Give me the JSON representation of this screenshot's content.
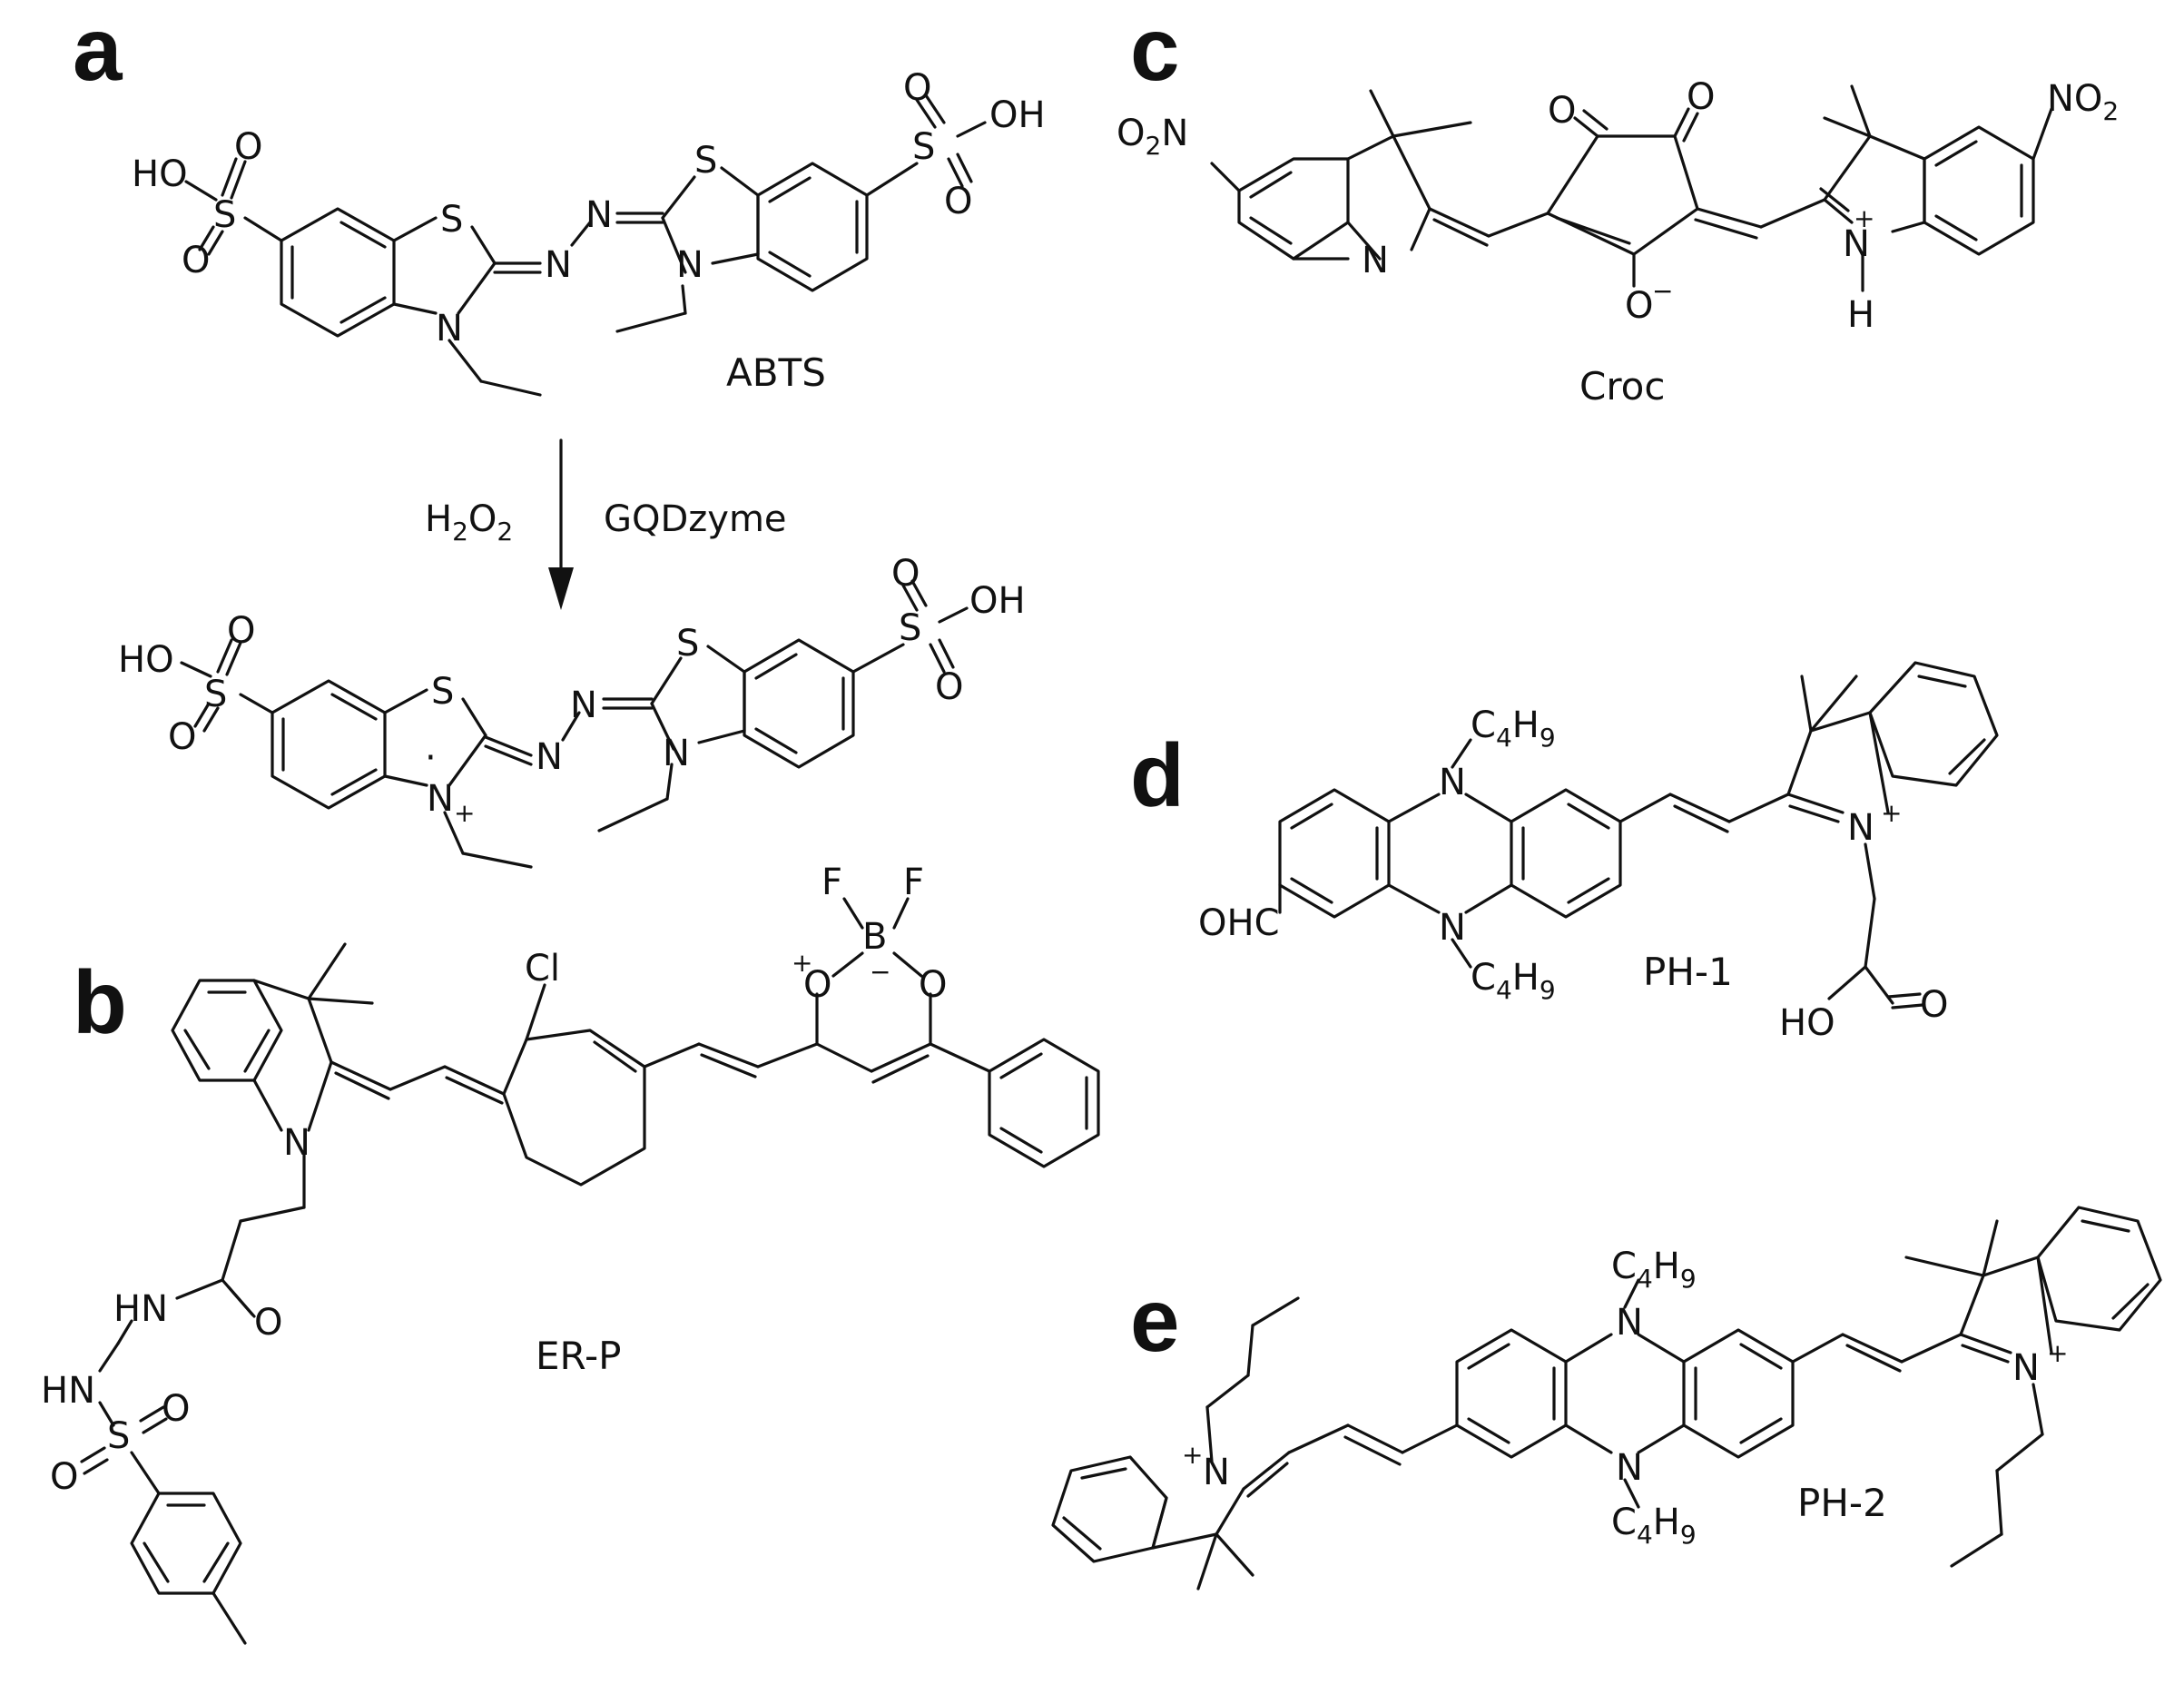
{
  "panels": {
    "a": {
      "letter": "a",
      "reactant_name": "ABTS",
      "reagent_left_main": "H",
      "reagent_left_sub1": "2",
      "reagent_left_mid": "O",
      "reagent_left_sub2": "2",
      "reagent_right": "GQDzyme"
    },
    "b": {
      "letter": "b",
      "name": "ER-P"
    },
    "c": {
      "letter": "c",
      "name": "Croc"
    },
    "d": {
      "letter": "d",
      "name": "PH-1"
    },
    "e": {
      "letter": "e",
      "name": "PH-2"
    }
  },
  "atoms": {
    "ho": "HO",
    "oh": "OH",
    "s": "S",
    "o": "O",
    "n": "N",
    "h": "H",
    "cl": "Cl",
    "f": "F",
    "b": "B",
    "ohc": "OHC",
    "hn": "HN",
    "plus": "+",
    "minus": "−",
    "dot": "·",
    "c": "C",
    "four": "4",
    "nine": "9",
    "two": "2"
  }
}
